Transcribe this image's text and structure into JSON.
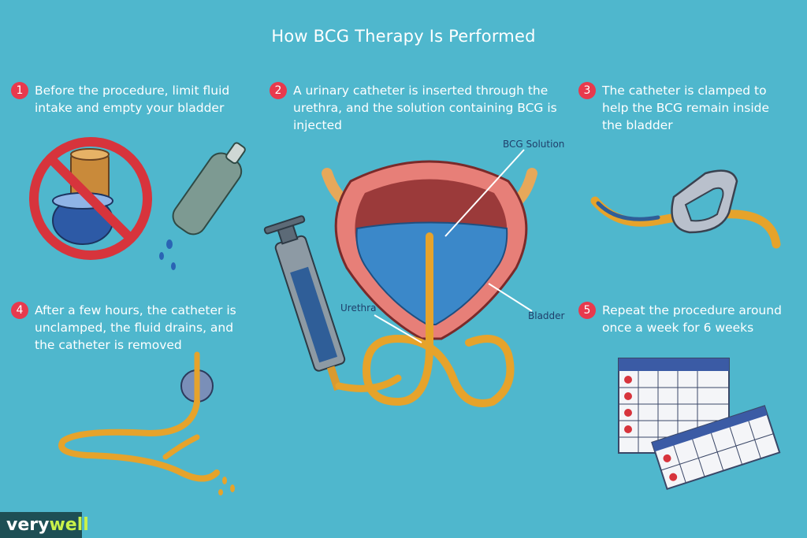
{
  "title": "How BCG Therapy Is Performed",
  "steps": [
    {
      "num": "1",
      "text": "Before the procedure, limit fluid intake and empty your bladder"
    },
    {
      "num": "2",
      "text": "A urinary catheter is inserted through the urethra, and the solution containing BCG is injected"
    },
    {
      "num": "3",
      "text": "The catheter is clamped to help the BCG remain inside the bladder"
    },
    {
      "num": "4",
      "text": "After a few hours, the catheter is unclamped, the fluid drains, and the catheter is removed"
    },
    {
      "num": "5",
      "text": "Repeat the procedure around once a week for 6 weeks"
    }
  ],
  "labels": {
    "bcg_solution": "BCG Solution",
    "urethra": "Urethra",
    "bladder": "Bladder"
  },
  "logo": {
    "part1": "very",
    "part2": "well"
  },
  "colors": {
    "background": "#4fb7cd",
    "accent": "#e8394d",
    "catheter": "#e6a32b",
    "label_text": "#1f3f6b"
  }
}
